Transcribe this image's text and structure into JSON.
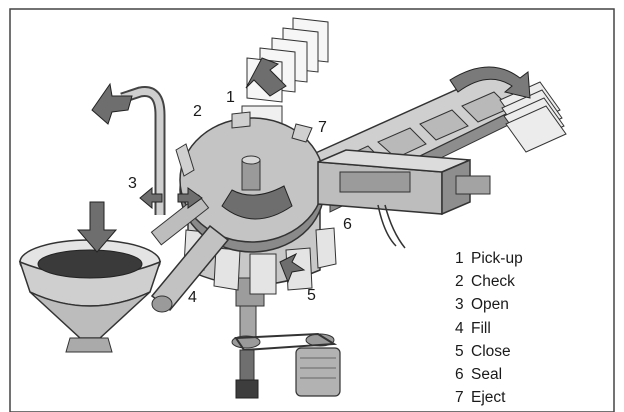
{
  "stations": [
    {
      "number": "1",
      "label": "Pick-up"
    },
    {
      "number": "2",
      "label": "Check"
    },
    {
      "number": "3",
      "label": "Open"
    },
    {
      "number": "4",
      "label": "Fill"
    },
    {
      "number": "5",
      "label": "Close"
    },
    {
      "number": "6",
      "label": "Seal"
    },
    {
      "number": "7",
      "label": "Eject"
    }
  ],
  "colors": {
    "frame": "#444444",
    "machine_light": "#d8d8d8",
    "machine_mid": "#a6a6a6",
    "machine_dark": "#5f5f5f",
    "arrow": "#6e6e6e",
    "text": "#1a1a1a"
  }
}
